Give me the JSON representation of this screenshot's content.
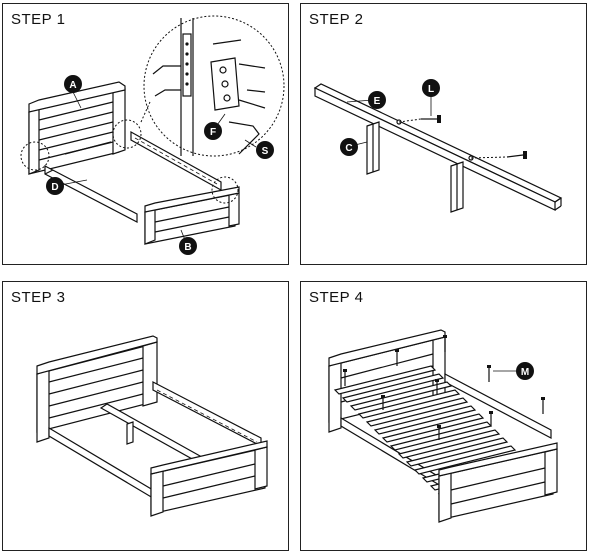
{
  "steps": [
    {
      "title": "STEP 1",
      "labels": [
        "A",
        "B",
        "D",
        "F",
        "S"
      ]
    },
    {
      "title": "STEP 2",
      "labels": [
        "E",
        "L",
        "C"
      ]
    },
    {
      "title": "STEP 3",
      "labels": []
    },
    {
      "title": "STEP 4",
      "labels": [
        "M"
      ]
    }
  ]
}
